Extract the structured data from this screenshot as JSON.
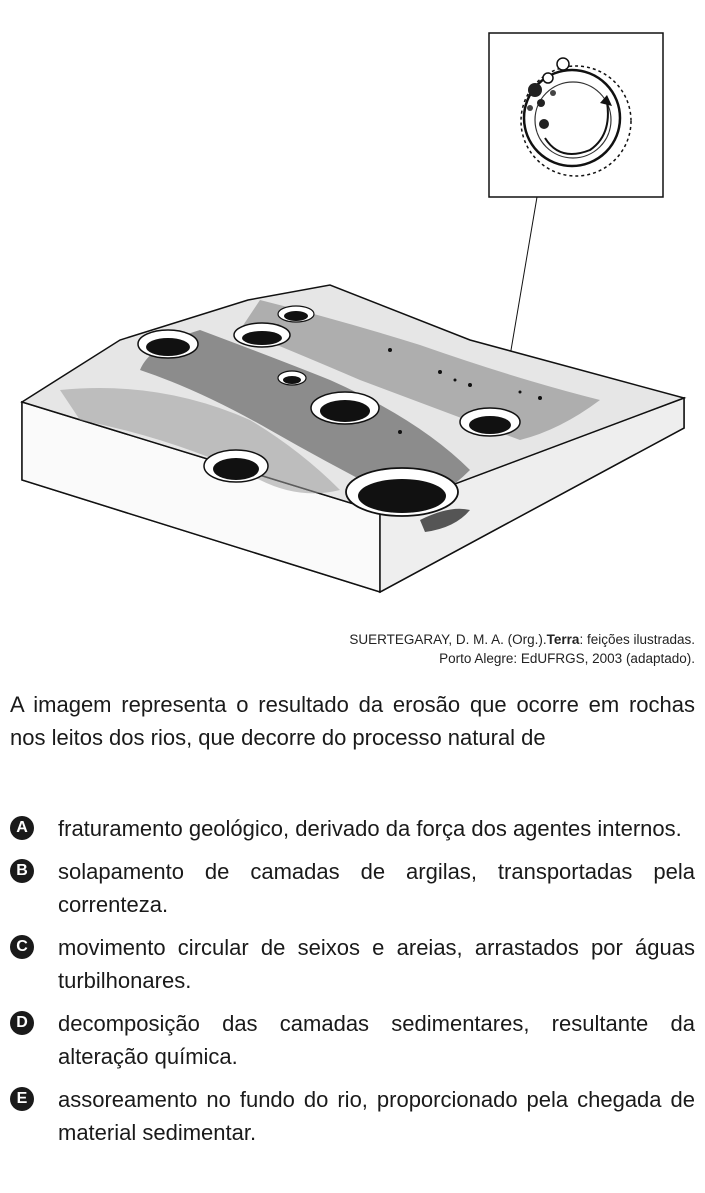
{
  "source": {
    "author": "SUERTEGARAY, D. M. A. (Org.).",
    "work": "Terra",
    "subtitle": ": feições ilustradas.",
    "publisher": "Porto Alegre: EdUFRGS, 2003 (adaptado)."
  },
  "question": {
    "stem": "A imagem representa o resultado da erosão que ocorre em rochas nos leitos dos rios, que decorre do processo natural de"
  },
  "options": [
    {
      "letter": "A",
      "text": "fraturamento geológico, derivado da força dos agentes internos."
    },
    {
      "letter": "B",
      "text": "solapamento de camadas de argilas, transportadas pela correnteza."
    },
    {
      "letter": "C",
      "text": "movimento circular de seixos e areias, arrastados por águas turbilhonares."
    },
    {
      "letter": "D",
      "text": "decomposição das camadas sedimentares, resultante da alteração química."
    },
    {
      "letter": "E",
      "text": "assoreamento no fundo do rio, proporcionado pela chegada de material sedimentar."
    }
  ]
}
